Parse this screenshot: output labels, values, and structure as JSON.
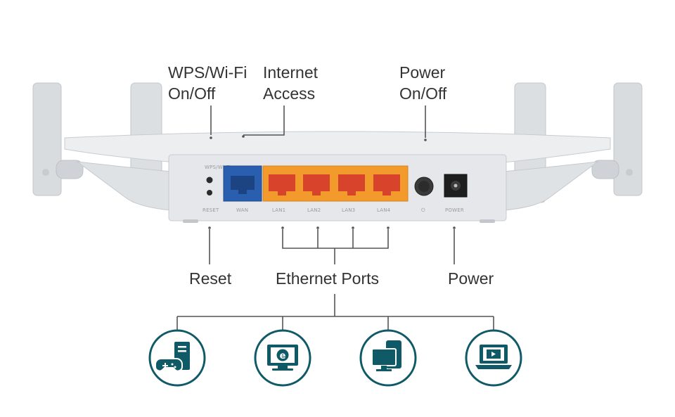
{
  "labels": {
    "wps": [
      "WPS/Wi-Fi",
      "On/Off"
    ],
    "internet": [
      "Internet",
      "Access"
    ],
    "power_switch": [
      "Power",
      "On/Off"
    ],
    "reset": "Reset",
    "ethernet": "Ethernet Ports",
    "power": "Power"
  },
  "port_labels": {
    "wps_wifi": "WPS/Wi-Fi",
    "reset": "RESET",
    "wan": "WAN",
    "lan1": "LAN1",
    "lan2": "LAN2",
    "lan3": "LAN3",
    "lan4": "LAN4",
    "power_symbol": "⏻",
    "power": "POWER"
  },
  "devices": [
    {
      "icon": "gaming-pc-icon"
    },
    {
      "icon": "smart-tv-icon",
      "glyph": "e"
    },
    {
      "icon": "desktop-computer-icon"
    },
    {
      "icon": "laptop-icon"
    }
  ],
  "colors": {
    "teal": "#0f5a66",
    "wan_blue": "#2a5fb0",
    "lan_orange": "#f29a2c",
    "port_red": "#d8432b",
    "router_body": "#e7e9eb",
    "callout_line": "#555555"
  }
}
